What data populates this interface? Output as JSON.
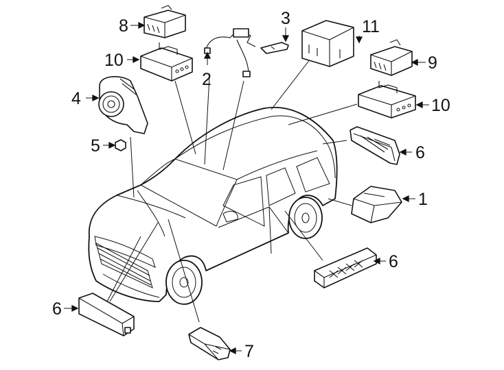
{
  "callouts": {
    "c1": "1",
    "c2": "2",
    "c3": "3",
    "c4": "4",
    "c5": "5",
    "c6a": "6",
    "c6b": "6",
    "c6c": "6",
    "c7": "7",
    "c8": "8",
    "c9": "9",
    "c10a": "10",
    "c10b": "10",
    "c11": "11"
  }
}
